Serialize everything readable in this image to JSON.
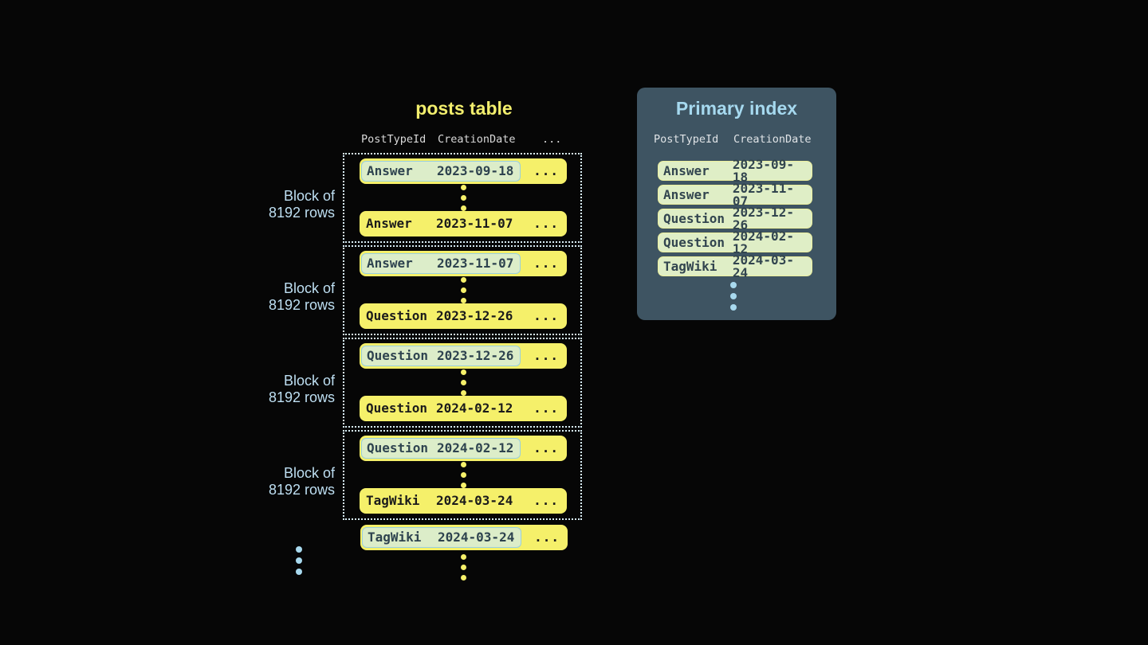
{
  "posts_table": {
    "title": "posts table",
    "headers": {
      "post_type": "PostTypeId",
      "creation_date": "CreationDate",
      "more": "..."
    },
    "block_label": {
      "line1": "Block of",
      "line2": "8192 rows"
    },
    "ellipsis": "...",
    "blocks": [
      {
        "first": {
          "type": "Answer",
          "date": "2023-09-18"
        },
        "last": {
          "type": "Answer",
          "date": "2023-11-07"
        }
      },
      {
        "first": {
          "type": "Answer",
          "date": "2023-11-07"
        },
        "last": {
          "type": "Question",
          "date": "2023-12-26"
        }
      },
      {
        "first": {
          "type": "Question",
          "date": "2023-12-26"
        },
        "last": {
          "type": "Question",
          "date": "2024-02-12"
        }
      },
      {
        "first": {
          "type": "Question",
          "date": "2024-02-12"
        },
        "last": {
          "type": "TagWiki",
          "date": "2024-03-24"
        }
      }
    ],
    "overflow_row": {
      "type": "TagWiki",
      "date": "2024-03-24"
    }
  },
  "primary_index": {
    "title": "Primary index",
    "headers": {
      "post_type": "PostTypeId",
      "creation_date": "CreationDate"
    },
    "rows": [
      {
        "type": "Answer",
        "date": "2023-09-18"
      },
      {
        "type": "Answer",
        "date": "2023-11-07"
      },
      {
        "type": "Question",
        "date": "2023-12-26"
      },
      {
        "type": "Question",
        "date": "2024-02-12"
      },
      {
        "type": "TagWiki",
        "date": "2024-03-24"
      }
    ]
  },
  "colors": {
    "background": "#060606",
    "row_yellow": "#f5f06a",
    "row_text": "#1b1b1b",
    "highlight_fill": "#dcedc9",
    "highlight_border": "#98cfdf",
    "highlight_text": "#2e434f",
    "block_dotted_border": "#d9eef6",
    "block_label_text": "#bedff2",
    "posts_title": "#f2ee6d",
    "header_text": "#d9d9d9",
    "panel_background": "#3e5462",
    "panel_title": "#a6d9ef",
    "index_pill_fill": "#dfeec6",
    "index_pill_border": "#edf09e",
    "index_pill_text": "#32454f",
    "dots_blue": "#a8d9ee"
  }
}
